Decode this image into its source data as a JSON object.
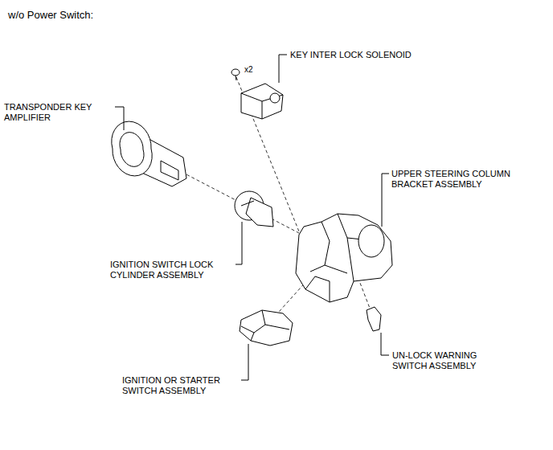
{
  "diagram": {
    "title": "w/o Power Switch:",
    "labels": [
      "KEY INTER LOCK SOLENOID",
      "x2",
      "TRANSPONDER KEY AMPLIFIER",
      "UPPER STEERING COLUMN BRACKET ASSEMBLY",
      "IGNITION SWITCH LOCK CYLINDER ASSEMBLY",
      "UN-LOCK WARNING SWITCH ASSEMBLY",
      "IGNITION OR STARTER SWITCH ASSEMBLY"
    ]
  }
}
